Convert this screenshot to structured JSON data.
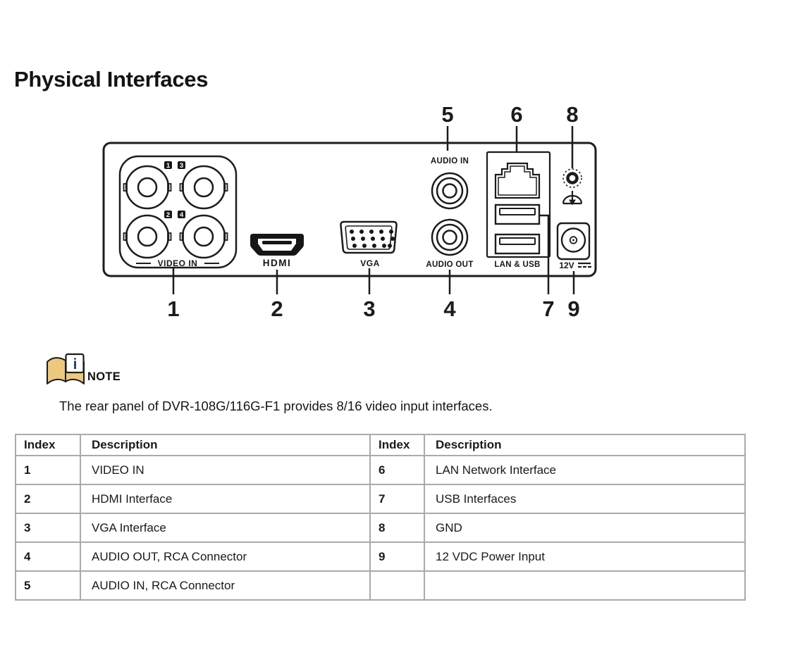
{
  "page": {
    "title": "Physical Interfaces"
  },
  "diagram": {
    "video_in_label": "VIDEO IN",
    "hdmi_label": "HDMI",
    "vga_label": "VGA",
    "audio_in_label": "AUDIO IN",
    "audio_out_label": "AUDIO OUT",
    "lan_usb_label": "LAN & USB",
    "power_label": "12V",
    "bnc_badges": [
      "1",
      "3",
      "2",
      "4"
    ],
    "callouts_top": [
      "5",
      "6",
      "8"
    ],
    "callouts_bottom": [
      "1",
      "2",
      "3",
      "4",
      "7",
      "9"
    ],
    "line_color": "#1c1c1c"
  },
  "note": {
    "label": "NOTE",
    "text": "The rear panel of DVR-108G/116G-F1 provides 8/16 video input interfaces.",
    "icon_fill": "#eec87d",
    "icon_letter": "i",
    "icon_letter_color": "#253a63"
  },
  "table": {
    "border_color": "#aaaaaa",
    "columns": [
      "Index",
      "Description",
      "Index",
      "Description"
    ],
    "rows": [
      [
        "1",
        "VIDEO IN",
        "6",
        "LAN Network Interface"
      ],
      [
        "2",
        "HDMI Interface",
        "7",
        "USB Interfaces"
      ],
      [
        "3",
        "VGA Interface",
        "8",
        "GND"
      ],
      [
        "4",
        "AUDIO OUT, RCA Connector",
        "9",
        "12 VDC Power Input"
      ],
      [
        "5",
        "AUDIO IN, RCA Connector",
        "",
        ""
      ]
    ]
  }
}
